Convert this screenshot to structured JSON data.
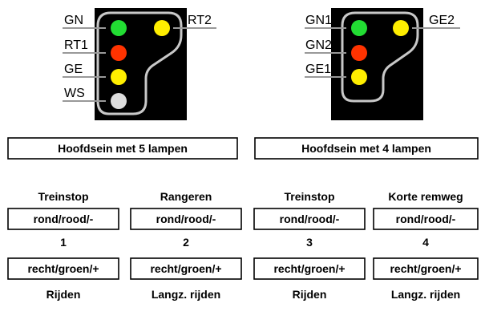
{
  "signals": [
    {
      "caption": "Hoofdsein met 5 lampen",
      "left_labels": [
        "GN",
        "RT1",
        "GE",
        "WS"
      ],
      "right_label": "RT2",
      "lamp_colors": {
        "left": [
          "#22dd33",
          "#ff3300",
          "#ffee00",
          "#dddddd"
        ],
        "right": "#ffee00"
      }
    },
    {
      "caption": "Hoofdsein met 4 lampen",
      "left_labels": [
        "GN1",
        "GN2",
        "GE1"
      ],
      "right_label": "GE2",
      "lamp_colors": {
        "left": [
          "#22dd33",
          "#ff3300",
          "#ffee00"
        ],
        "right": "#ffee00"
      }
    }
  ],
  "aspects": [
    {
      "top": "Treinstop",
      "box1": "rond/rood/-",
      "number": "1",
      "box2": "recht/groen/+",
      "bottom": "Rijden"
    },
    {
      "top": "Rangeren",
      "box1": "rond/rood/-",
      "number": "2",
      "box2": "recht/groen/+",
      "bottom": "Langz. rijden"
    },
    {
      "top": "Treinstop",
      "box1": "rond/rood/-",
      "number": "3",
      "box2": "recht/groen/+",
      "bottom": "Rijden"
    },
    {
      "top": "Korte remweg",
      "box1": "rond/rood/-",
      "number": "4",
      "box2": "recht/groen/+",
      "bottom": "Langz. rijden"
    }
  ],
  "colors": {
    "housing": "#000000",
    "outline": "#c8c8c8",
    "leader": "#999999"
  }
}
